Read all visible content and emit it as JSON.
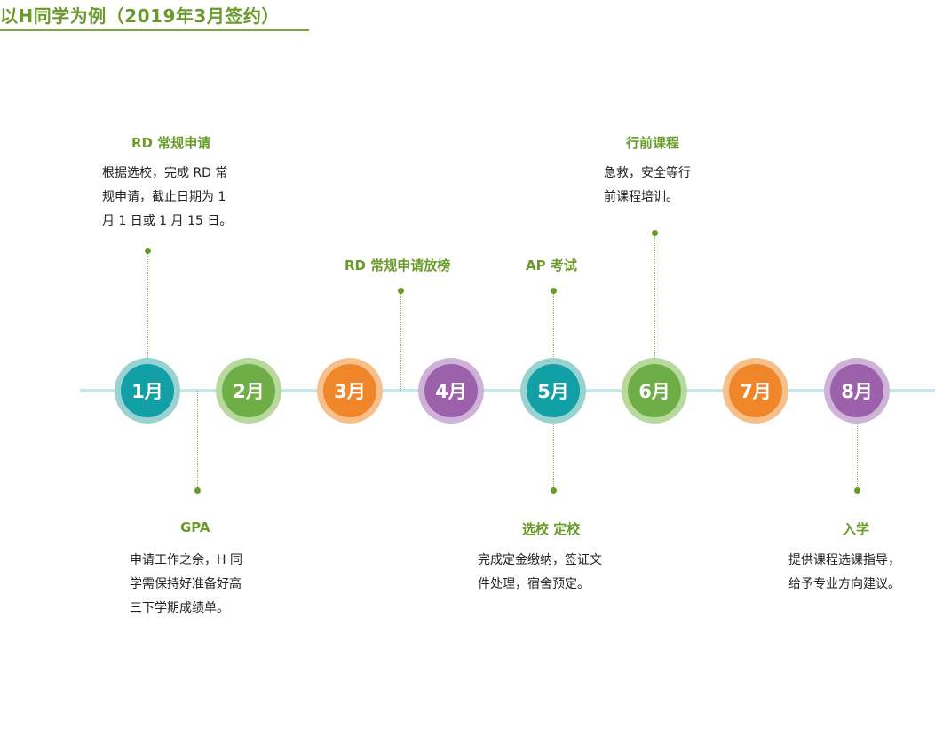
{
  "page_title": "以H同学为例（2019年3月签约）",
  "months": [
    {
      "label": "1月",
      "color": "#12a0a6"
    },
    {
      "label": "2月",
      "color": "#6fae46"
    },
    {
      "label": "3月",
      "color": "#f0862a"
    },
    {
      "label": "4月",
      "color": "#9b62ab"
    },
    {
      "label": "5月",
      "color": "#12a0a6"
    },
    {
      "label": "6月",
      "color": "#6fae46"
    },
    {
      "label": "7月",
      "color": "#f0862a"
    },
    {
      "label": "8月",
      "color": "#9b62ab"
    }
  ],
  "events": {
    "rd_regular": {
      "title": "RD 常规申请",
      "lines": [
        "根据选校，完成 RD 常",
        "规申请，截止日期为 1",
        "月 1 日或 1 月 15 日。"
      ]
    },
    "gpa": {
      "title": "GPA",
      "lines": [
        "申请工作之余，H 同",
        "学需保持好准备好高",
        "三下学期成绩单。"
      ]
    },
    "rd_release": {
      "title": "RD 常规申请放榜"
    },
    "ap_exam": {
      "title": "AP 考试"
    },
    "school_choice": {
      "title": "选校 定校",
      "lines": [
        "完成定金缴纳，签证文",
        "件处理，宿舍预定。"
      ]
    },
    "pre_course": {
      "title": "行前课程",
      "lines": [
        "急救，安全等行",
        "前课程培训。"
      ]
    },
    "enrollment": {
      "title": "入学",
      "lines": [
        "提供课程选课指导，",
        "给予专业方向建议。"
      ]
    }
  }
}
